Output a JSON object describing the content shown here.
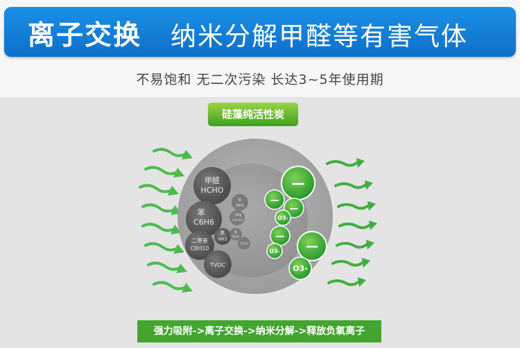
{
  "banner": {
    "title": "离子交换",
    "subtitle": "纳米分解甲醛等有害气体"
  },
  "tagline": "不易饱和  无二次污染  长达3~5年使用期",
  "diagram": {
    "material_label": "硅藻纯活性炭",
    "molecules": {
      "hcho_cn": "甲醛",
      "hcho": "HCHO",
      "c6h6_cn": "苯",
      "c6h6": "C6H6",
      "c8h10_cn": "二甲苯",
      "c8h10": "C8H10",
      "tvoc": "TVOC",
      "nh3_cn": "氨",
      "nh3": "NH3",
      "small_nh3_a_cn": "氨",
      "small_nh3_a": "NH3",
      "small_c8h10_cn": "二甲苯",
      "small_c8h10": "C8H10",
      "small_nh3_b_cn": "氨",
      "small_nh3_b": "NH3",
      "small_tvoc": "TVOC"
    },
    "ions": {
      "minus": "—",
      "o3": "O3-"
    },
    "process": "强力吸附->离子交换->纳米分解->释放负氧离子"
  },
  "colors": {
    "banner_blue": "#1a8fe6",
    "ion_green": "#3aa83a",
    "arrow_green": "#3fae3f",
    "molecule_gray": "#5a5a5a"
  }
}
